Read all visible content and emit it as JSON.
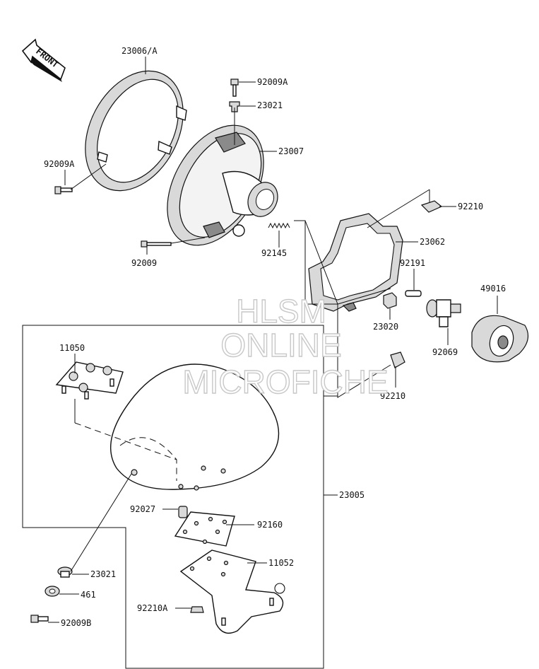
{
  "front_arrow": {
    "label": "FRONT"
  },
  "watermark": {
    "line1": "HLSM",
    "line2": "ONLINE",
    "line3": "MICROFICHE"
  },
  "labels": {
    "l_23006a": "23006/A",
    "l_92009a_top": "92009A",
    "l_23021_top": "23021",
    "l_23007": "23007",
    "l_92009a_left": "92009A",
    "l_92210_top": "92210",
    "l_92009": "92009",
    "l_92145": "92145",
    "l_23062": "23062",
    "l_92191": "92191",
    "l_49016": "49016",
    "l_23020": "23020",
    "l_92069": "92069",
    "l_11050": "11050",
    "l_92210_mid": "92210",
    "l_23005": "23005",
    "l_92027": "92027",
    "l_92160": "92160",
    "l_11052": "11052",
    "l_23021_bot": "23021",
    "l_461": "461",
    "l_92210a": "92210A",
    "l_92009b": "92009B"
  }
}
